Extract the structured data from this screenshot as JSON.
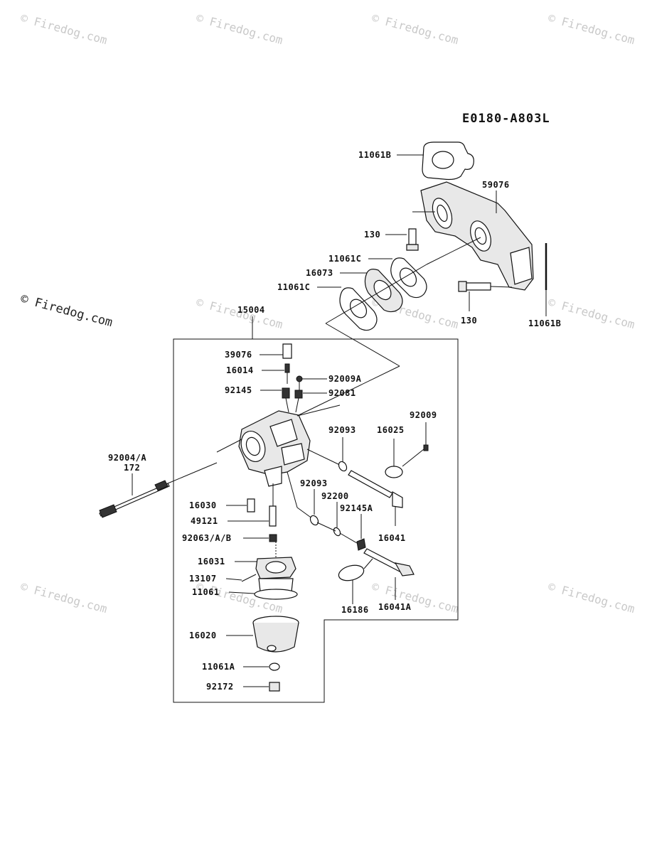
{
  "diagram": {
    "code": "E0180-A803L",
    "watermark": "© Firedog.com",
    "parts": [
      "11061B",
      "59076",
      "130",
      "11061C",
      "16073",
      "11061C",
      "130",
      "11061B",
      "15004",
      "39076",
      "16014",
      "92009A",
      "92145",
      "92081",
      "92093",
      "16025",
      "92009",
      "92004/A",
      "172",
      "16030",
      "49121",
      "92093",
      "92200",
      "92145A",
      "16041",
      "92063/A/B",
      "16031",
      "13107",
      "11061",
      "16186",
      "16041A",
      "16020",
      "11061A",
      "92172"
    ]
  }
}
